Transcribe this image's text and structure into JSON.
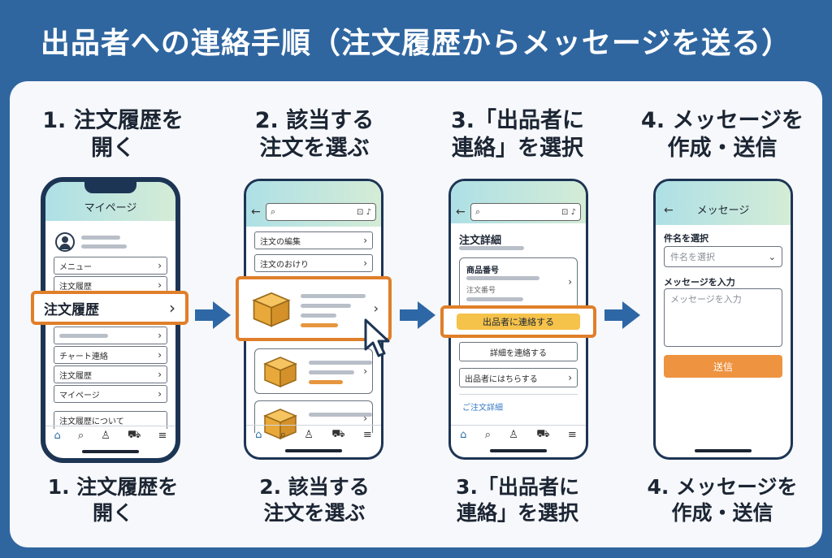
{
  "title": "出品者への連絡手順（注文履歴からメッセージを送る）",
  "steps": [
    {
      "line1": "1. 注文履歴を",
      "line2": "開く"
    },
    {
      "line1": "2. 該当する",
      "line2": "注文を選ぶ"
    },
    {
      "line1": "3.「出品者に",
      "line2": "連絡」を選択"
    },
    {
      "line1": "4. メッセージを",
      "line2": "作成・送信"
    }
  ],
  "phone1": {
    "header": "マイページ",
    "items": [
      "メニュー",
      "注文履歴",
      "チャート連絡",
      "注文履歴",
      "マイページ",
      "注文履歴について"
    ],
    "highlight": "注文履歴",
    "chevron": "›"
  },
  "phone2": {
    "back": "←",
    "items": [
      "注文の編集",
      "注文のおけり"
    ],
    "chevron": "›"
  },
  "phone3": {
    "back": "←",
    "section_title": "注文詳細",
    "product_label": "商品番号",
    "order_label": "注文番号",
    "contact_button": "出品者に連絡する",
    "detail_button": "詳細を連絡する",
    "seller_link": "出品者にはちらする",
    "footer_link": "ご注文詳細",
    "chevron": "›"
  },
  "phone4": {
    "back": "←",
    "header": "メッセージ",
    "subject_label": "件名を選択",
    "subject_placeholder": "件名を選択",
    "message_label": "メッセージを入力",
    "message_placeholder": "メッセージを入力",
    "send_button": "送信",
    "dropdown": "⌄"
  },
  "nav_icons": [
    "⌂",
    "⌕",
    "♙",
    "⛟",
    "≡"
  ],
  "colors": {
    "brand_blue": "#2f66a0",
    "accent_orange": "#e07f2a",
    "button_yellow": "#f5c24a"
  }
}
